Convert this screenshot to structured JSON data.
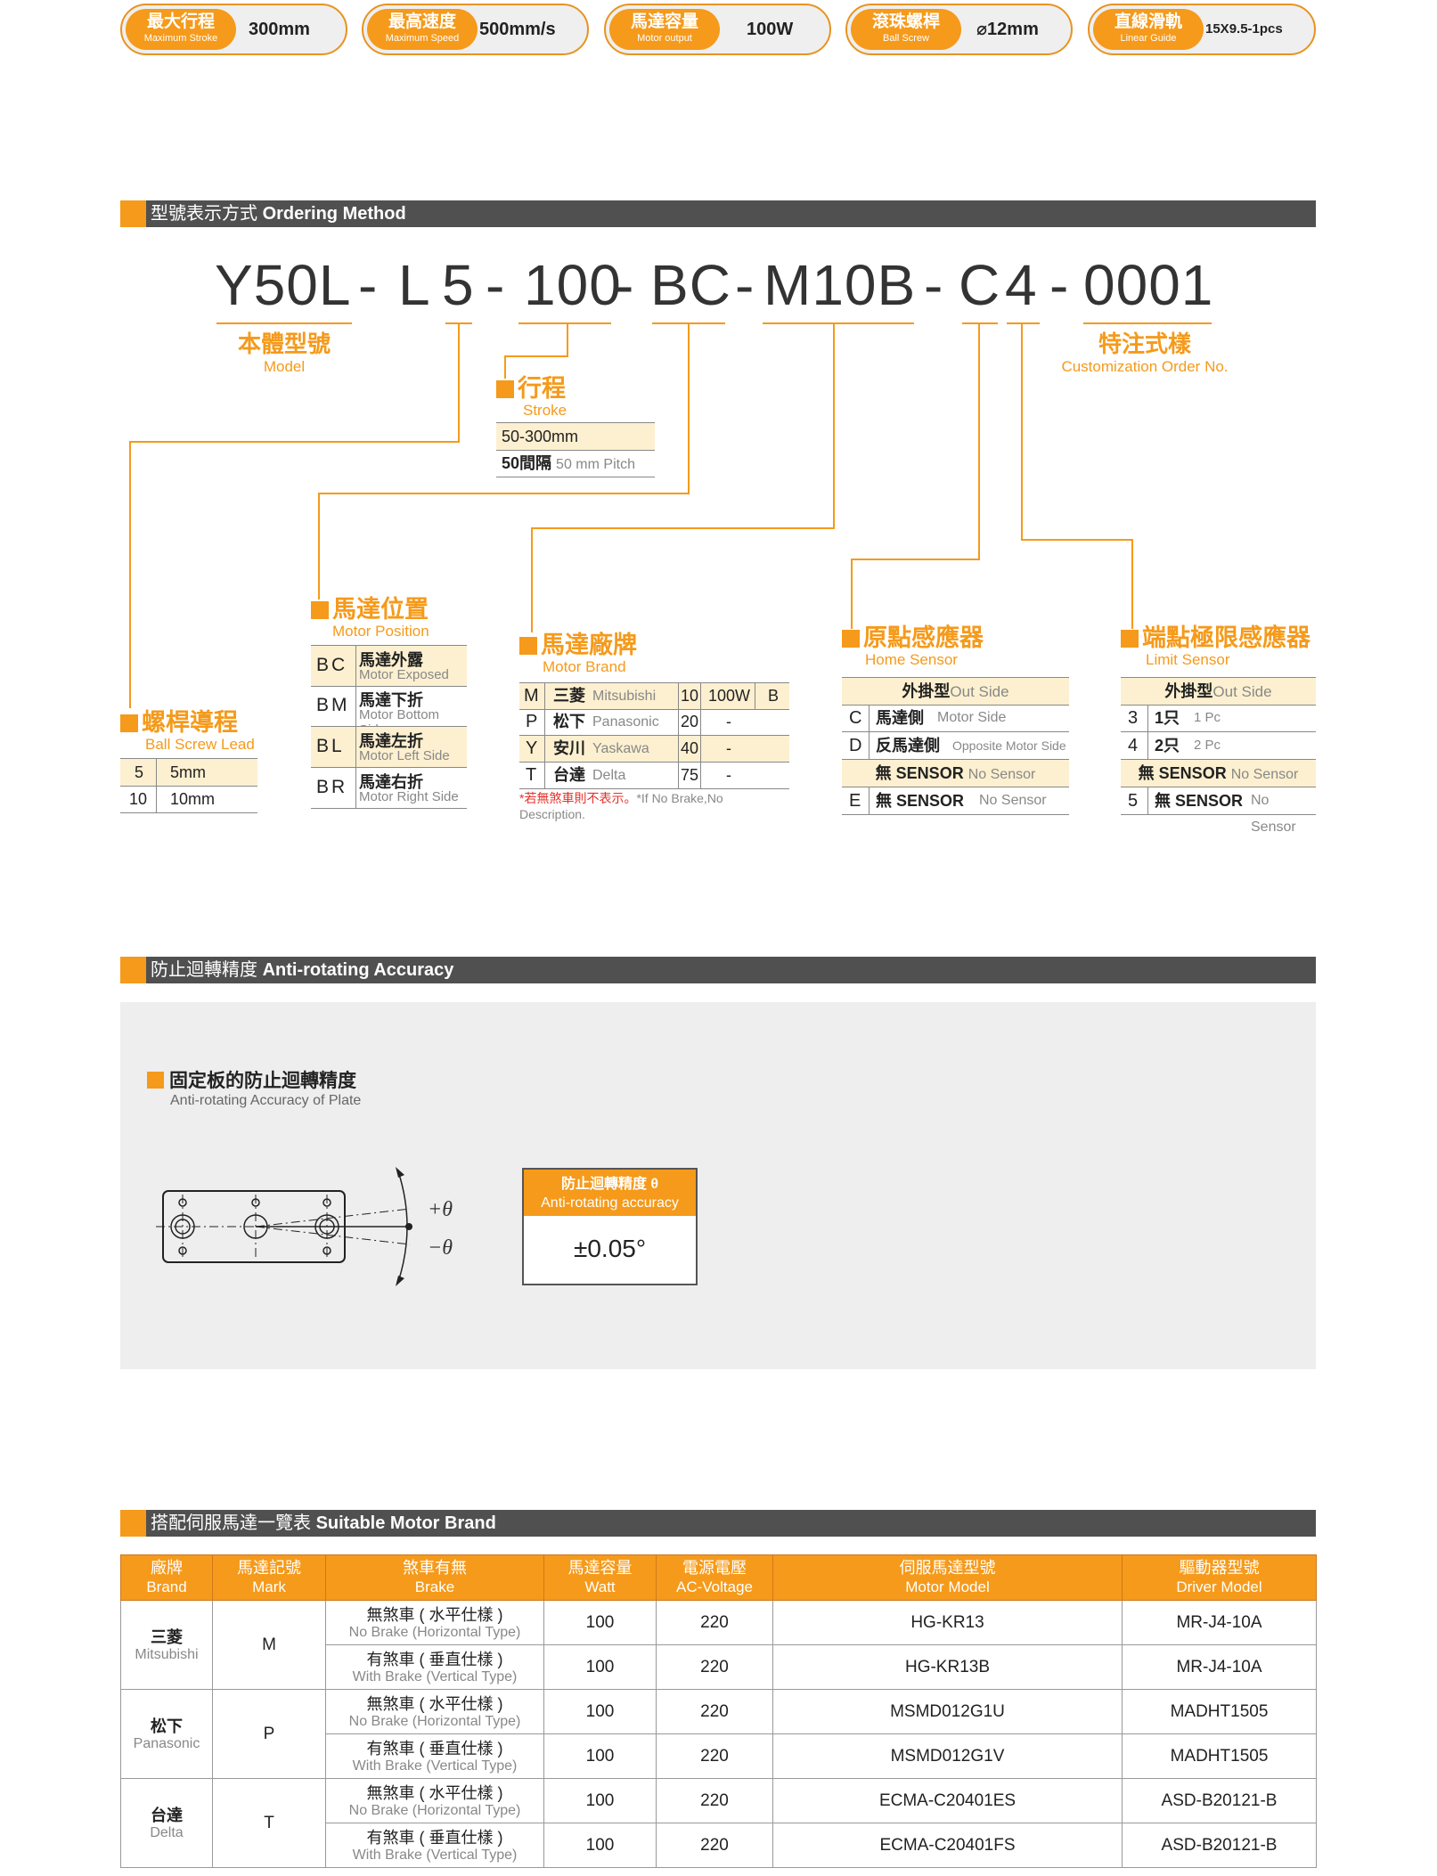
{
  "specs": [
    {
      "zh": "最大行程",
      "en": "Maximum Stroke",
      "value": "300mm"
    },
    {
      "zh": "最高速度",
      "en": "Maximum Speed",
      "value": "500mm/s"
    },
    {
      "zh": "馬達容量",
      "en": "Motor output",
      "value": "100W"
    },
    {
      "zh": "滾珠螺桿",
      "en": "Ball Screw",
      "value": "⌀12mm"
    },
    {
      "zh": "直線滑軌",
      "en": "Linear Guide",
      "value": "15X9.5-1pcs"
    }
  ],
  "ordering": {
    "title_zh": "型號表示方式",
    "title_en": "Ordering Method",
    "code": {
      "p1": "Y50L",
      "p2": "L",
      "p3": "5",
      "p4": "100",
      "p5": "BC",
      "p6": "M10B",
      "p7": "C",
      "p8": "4",
      "p9": "0001",
      "dash": "-"
    },
    "model": {
      "zh": "本體型號",
      "en": "Model"
    },
    "custom": {
      "zh": "特注式樣",
      "en": "Customization Order No."
    },
    "stroke": {
      "zh": "行程",
      "en": "Stroke",
      "r1": "50-300mm",
      "r2_zh": "50間隔",
      "r2_en": "50 mm Pitch"
    },
    "lead": {
      "zh": "螺桿導程",
      "en": "Ball Screw Lead",
      "rows": [
        {
          "k": "5",
          "v": "5mm"
        },
        {
          "k": "10",
          "v": "10mm"
        }
      ]
    },
    "position": {
      "zh": "馬達位置",
      "en": "Motor Position",
      "rows": [
        {
          "k": "BC",
          "zh": "馬達外露",
          "en": "Motor Exposed"
        },
        {
          "k": "BM",
          "zh": "馬達下折",
          "en": "Motor Bottom Side"
        },
        {
          "k": "BL",
          "zh": "馬達左折",
          "en": "Motor Left Side"
        },
        {
          "k": "BR",
          "zh": "馬達右折",
          "en": "Motor Right Side"
        }
      ]
    },
    "brand": {
      "zh": "馬達廠牌",
      "en": "Motor Brand",
      "rows": [
        {
          "k": "M",
          "zh": "三菱",
          "en": "Mitsubishi",
          "w": "10",
          "p": "100W",
          "b": "B"
        },
        {
          "k": "P",
          "zh": "松下",
          "en": "Panasonic",
          "w": "20",
          "p": "-",
          "b": ""
        },
        {
          "k": "Y",
          "zh": "安川",
          "en": "Yaskawa",
          "w": "40",
          "p": "-",
          "b": ""
        },
        {
          "k": "T",
          "zh": "台達",
          "en": "Delta",
          "w": "75",
          "p": "-",
          "b": ""
        }
      ],
      "note_zh": "*若無煞車則不表示。",
      "note_en": "*If No Brake,No Description."
    },
    "home": {
      "zh": "原點感應器",
      "en": "Home Sensor",
      "head_zh": "外掛型",
      "head_en": "Out Side",
      "rows": [
        {
          "k": "C",
          "zh": "馬達側",
          "en": "Motor Side"
        },
        {
          "k": "D",
          "zh": "反馬達側",
          "en": "Opposite Motor Side"
        },
        {
          "k": "",
          "zh": "無 SENSOR",
          "en": "No Sensor"
        },
        {
          "k": "E",
          "zh": "無 SENSOR",
          "en": "No Sensor"
        }
      ]
    },
    "limit": {
      "zh": "端點極限感應器",
      "en": "Limit Sensor",
      "head_zh": "外掛型",
      "head_en": "Out Side",
      "rows": [
        {
          "k": "3",
          "zh": "1只",
          "en": "1 Pc"
        },
        {
          "k": "4",
          "zh": "2只",
          "en": "2 Pc"
        },
        {
          "k": "",
          "zh": "無 SENSOR",
          "en": "No Sensor"
        },
        {
          "k": "5",
          "zh": "無 SENSOR",
          "en": "No Sensor"
        }
      ]
    }
  },
  "accuracy": {
    "title_zh": "防止迴轉精度",
    "title_en": "Anti-rotating Accuracy",
    "sub_zh": "固定板的防止迴轉精度",
    "sub_en": "Anti-rotating Accuracy of Plate",
    "plus": "+θ",
    "minus": "−θ",
    "box_zh": "防止迴轉精度 θ",
    "box_en": "Anti-rotating accuracy",
    "value": "±0.05°"
  },
  "motors": {
    "title_zh": "搭配伺服馬達一覽表",
    "title_en": "Suitable Motor Brand",
    "headers": [
      {
        "zh": "廠牌",
        "en": "Brand"
      },
      {
        "zh": "馬達記號",
        "en": "Mark"
      },
      {
        "zh": "煞車有無",
        "en": "Brake"
      },
      {
        "zh": "馬達容量",
        "en": "Watt"
      },
      {
        "zh": "電源電壓",
        "en": "AC-Voltage"
      },
      {
        "zh": "伺服馬達型號",
        "en": "Motor Model"
      },
      {
        "zh": "驅動器型號",
        "en": "Driver Model"
      }
    ],
    "groups": [
      {
        "zh": "三菱",
        "en": "Mitsubishi",
        "mark": "M",
        "rows": [
          {
            "bzh": "無煞車 ( 水平仕樣 )",
            "ben": "No Brake (Horizontal Type)",
            "w": "100",
            "v": "220",
            "model": "HG-KR13",
            "driver": "MR-J4-10A"
          },
          {
            "bzh": "有煞車 ( 垂直仕樣 )",
            "ben": "With Brake (Vertical Type)",
            "w": "100",
            "v": "220",
            "model": "HG-KR13B",
            "driver": "MR-J4-10A"
          }
        ]
      },
      {
        "zh": "松下",
        "en": "Panasonic",
        "mark": "P",
        "rows": [
          {
            "bzh": "無煞車 ( 水平仕樣 )",
            "ben": "No Brake (Horizontal Type)",
            "w": "100",
            "v": "220",
            "model": "MSMD012G1U",
            "driver": "MADHT1505"
          },
          {
            "bzh": "有煞車 ( 垂直仕樣 )",
            "ben": "With Brake (Vertical Type)",
            "w": "100",
            "v": "220",
            "model": "MSMD012G1V",
            "driver": "MADHT1505"
          }
        ]
      },
      {
        "zh": "台達",
        "en": "Delta",
        "mark": "T",
        "rows": [
          {
            "bzh": "無煞車 ( 水平仕樣 )",
            "ben": "No Brake (Horizontal Type)",
            "w": "100",
            "v": "220",
            "model": "ECMA-C20401ES",
            "driver": "ASD-B20121-B"
          },
          {
            "bzh": "有煞車 ( 垂直仕樣 )",
            "ben": "With Brake (Vertical Type)",
            "w": "100",
            "v": "220",
            "model": "ECMA-C20401FS",
            "driver": "ASD-B20121-B"
          }
        ]
      }
    ]
  }
}
